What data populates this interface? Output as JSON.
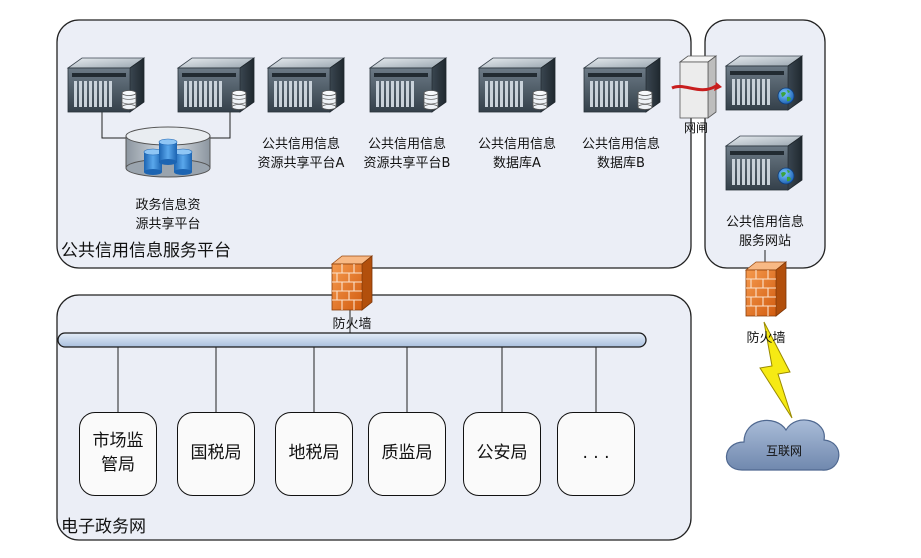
{
  "zones": {
    "platform": "公共信用信息服务平台",
    "egov": "电子政务网"
  },
  "servers": {
    "platform_a": [
      "公共信用信息",
      "资源共享平台A"
    ],
    "platform_b": [
      "公共信用信息",
      "资源共享平台B"
    ],
    "database_a": [
      "公共信用信息",
      "数据库A"
    ],
    "database_b": [
      "公共信用信息",
      "数据库B"
    ],
    "website": [
      "公共信用信息",
      "服务网站"
    ]
  },
  "gov_resource_platform": [
    "政务信息资",
    "源共享平台"
  ],
  "gatekeeper": "网闸",
  "firewall_label": "防火墙",
  "internet": "互联网",
  "departments": [
    [
      "市场监",
      "管局"
    ],
    [
      "国税局"
    ],
    [
      "地税局"
    ],
    [
      "质监局"
    ],
    [
      "公安局"
    ],
    [
      ". . ."
    ]
  ],
  "icons": [
    "server-icon",
    "database-icon",
    "globe-icon",
    "firewall-icon",
    "gatekeeper-icon",
    "cloud-icon",
    "lightning-icon"
  ],
  "colors": {
    "zone_fill": "#ebeef6",
    "server_body": "#4a5a66",
    "database": "#2e7fd0",
    "firewall": "#e8701f",
    "cloud": "#8aa2c4",
    "lightning": "#f6ea14",
    "bus": "#c6d6ec"
  }
}
